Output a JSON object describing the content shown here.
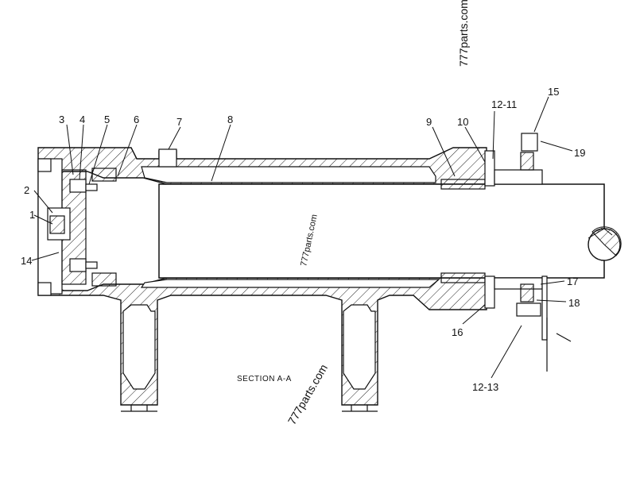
{
  "drawing": {
    "section_label": "SECTION A-A",
    "watermarks": [
      "777parts.com",
      "777parts.com",
      "777parts.com"
    ],
    "callouts": [
      "1",
      "2",
      "3",
      "4",
      "5",
      "6",
      "7",
      "8",
      "9",
      "10",
      "12-11",
      "15",
      "19",
      "14",
      "17",
      "18",
      "16",
      "12-13"
    ]
  }
}
